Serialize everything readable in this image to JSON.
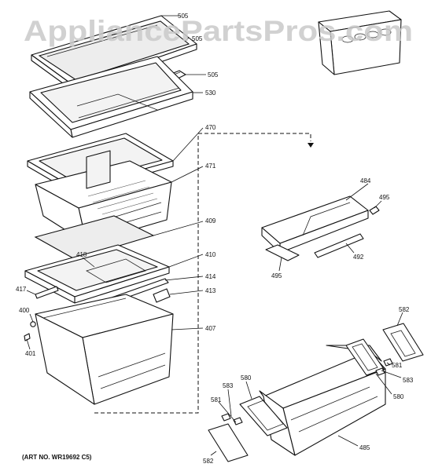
{
  "watermark": "AppliancePartsPros.com",
  "art_number": "(ART NO. WR19692 C5)",
  "labels": {
    "p505a": "505",
    "p505b": "505",
    "p505c": "505",
    "p530": "530",
    "p470": "470",
    "p471": "471",
    "p409": "409",
    "p410": "410",
    "p418": "418",
    "p414": "414",
    "p413": "413",
    "p417": "417",
    "p400": "400",
    "p401": "401",
    "p407": "407",
    "p484": "484",
    "p495a": "495",
    "p495b": "495",
    "p492": "492",
    "p582a": "582",
    "p582b": "582",
    "p581a": "581",
    "p581b": "581",
    "p583a": "583",
    "p583b": "583",
    "p580a": "580",
    "p580b": "580",
    "p485": "485"
  }
}
